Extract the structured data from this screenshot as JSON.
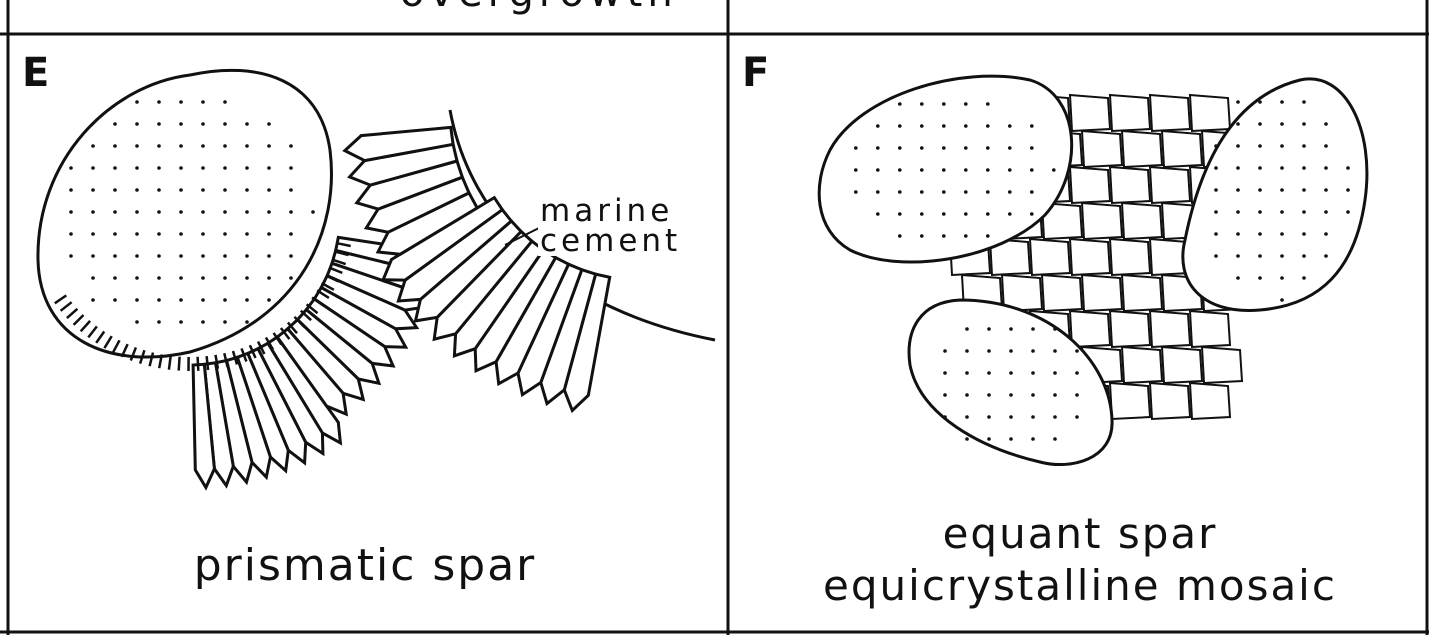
{
  "top_strip": {
    "left_cut_text": "overgrowth"
  },
  "panels": [
    {
      "id": "E",
      "label": "E",
      "caption_lines": [
        "prismatic spar"
      ],
      "annotation_lines": [
        "marine",
        "cement"
      ]
    },
    {
      "id": "F",
      "label": "F",
      "caption_lines": [
        "equant spar",
        "equicrystalline mosaic"
      ]
    }
  ],
  "colors": {
    "ink": "#111111",
    "paper": "#ffffff"
  }
}
